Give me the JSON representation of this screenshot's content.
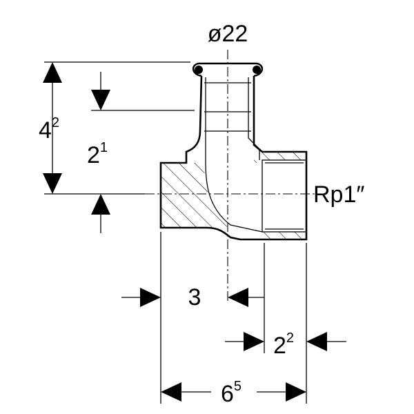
{
  "title": "Elbow fitting dimension drawing",
  "dimensions": {
    "top_diameter": "ø22",
    "thread": "Rp1″",
    "height_outer": {
      "main": "4",
      "sup": "2"
    },
    "height_inner": {
      "main": "2",
      "sup": "1"
    },
    "width_center": {
      "main": "3",
      "sup": ""
    },
    "width_thread": {
      "main": "2",
      "sup": "2"
    },
    "width_total": {
      "main": "6",
      "sup": "5"
    }
  }
}
